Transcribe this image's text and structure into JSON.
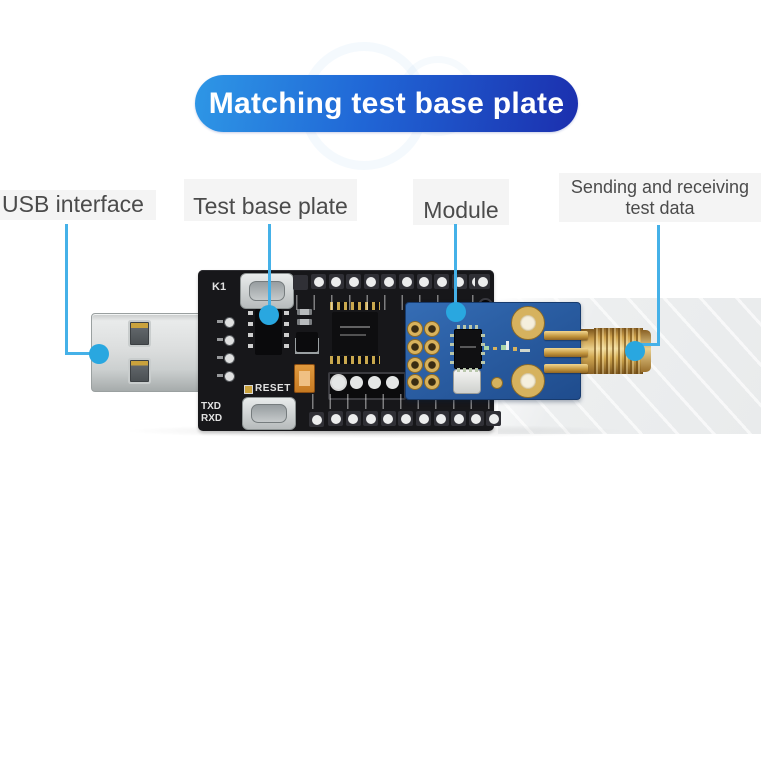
{
  "banner": {
    "label": "Matching test base plate",
    "gradient_left": "#2e97e6",
    "gradient_right": "#1b2fae",
    "text_color": "#ffffff"
  },
  "callouts": {
    "usb": {
      "label": "USB interface"
    },
    "test_base_plate": {
      "label": "Test base plate"
    },
    "module": {
      "label": "Module"
    },
    "sending": {
      "label": "Sending and receiving test data",
      "line1": "Sending and receiving",
      "line2": "test data"
    }
  },
  "board_silkscreen": {
    "k1": "K1",
    "reset": "RESET",
    "txd": "TXD",
    "rxd": "RXD"
  },
  "colors": {
    "callout_line": "#45b1e8",
    "callout_dot": "#29a7e0",
    "label_text": "#4b4b4b",
    "label_background": "#f4f4f4",
    "pcb_black": "#17171a",
    "module_blue": "#2a5da2",
    "gold": "#d2ae55",
    "usb_metal": "#d6d8d8",
    "background": "#ffffff"
  }
}
